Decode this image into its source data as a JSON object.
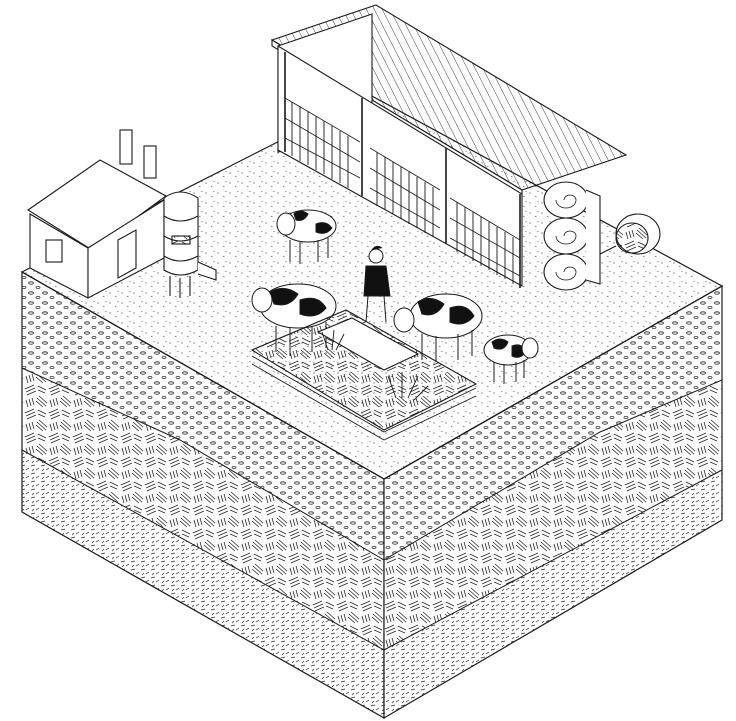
{
  "illustration": {
    "style": "isometric line drawing",
    "colors": {
      "ink": "#1a1a1a",
      "paper": "#ffffff"
    },
    "elements": [
      "farm-shed",
      "equipment-hut",
      "water-tank",
      "hay-bales",
      "hose-reel",
      "farmer",
      "cows",
      "water-trough",
      "soil-layers"
    ]
  }
}
